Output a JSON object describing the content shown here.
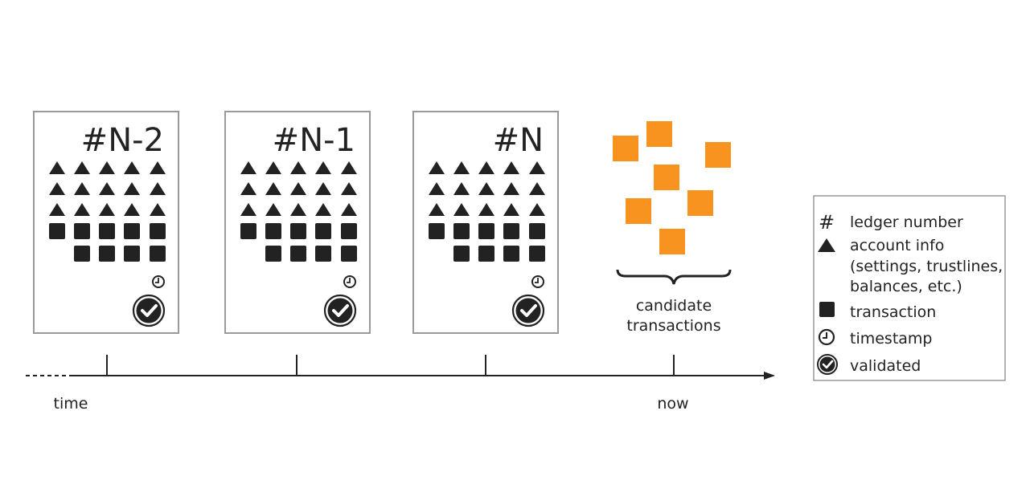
{
  "ledgers": [
    {
      "number": "#N-2",
      "account_rows": 3,
      "tx_first_row": 5,
      "tx_second_row": 4
    },
    {
      "number": "#N-1",
      "account_rows": 3,
      "tx_first_row": 5,
      "tx_second_row": 4
    },
    {
      "number": "#N",
      "account_rows": 3,
      "tx_first_row": 5,
      "tx_second_row": 4
    }
  ],
  "candidates": {
    "label_line1": "candidate",
    "label_line2": "transactions",
    "color": "#f7931e",
    "count": 7
  },
  "timeline": {
    "start_label": "time",
    "end_label": "now"
  },
  "legend": {
    "items": [
      {
        "icon": "hash-icon",
        "label": "ledger number"
      },
      {
        "icon": "triangle-icon",
        "label": "account info",
        "extra": [
          "(settings, trustlines,",
          "balances, etc.)"
        ]
      },
      {
        "icon": "square-icon",
        "label": "transaction"
      },
      {
        "icon": "clock-icon",
        "label": "timestamp"
      },
      {
        "icon": "checkmark-icon",
        "label": "validated"
      }
    ]
  },
  "colors": {
    "box_border": "#999999",
    "ink": "#222222",
    "accent": "#f7931e"
  }
}
